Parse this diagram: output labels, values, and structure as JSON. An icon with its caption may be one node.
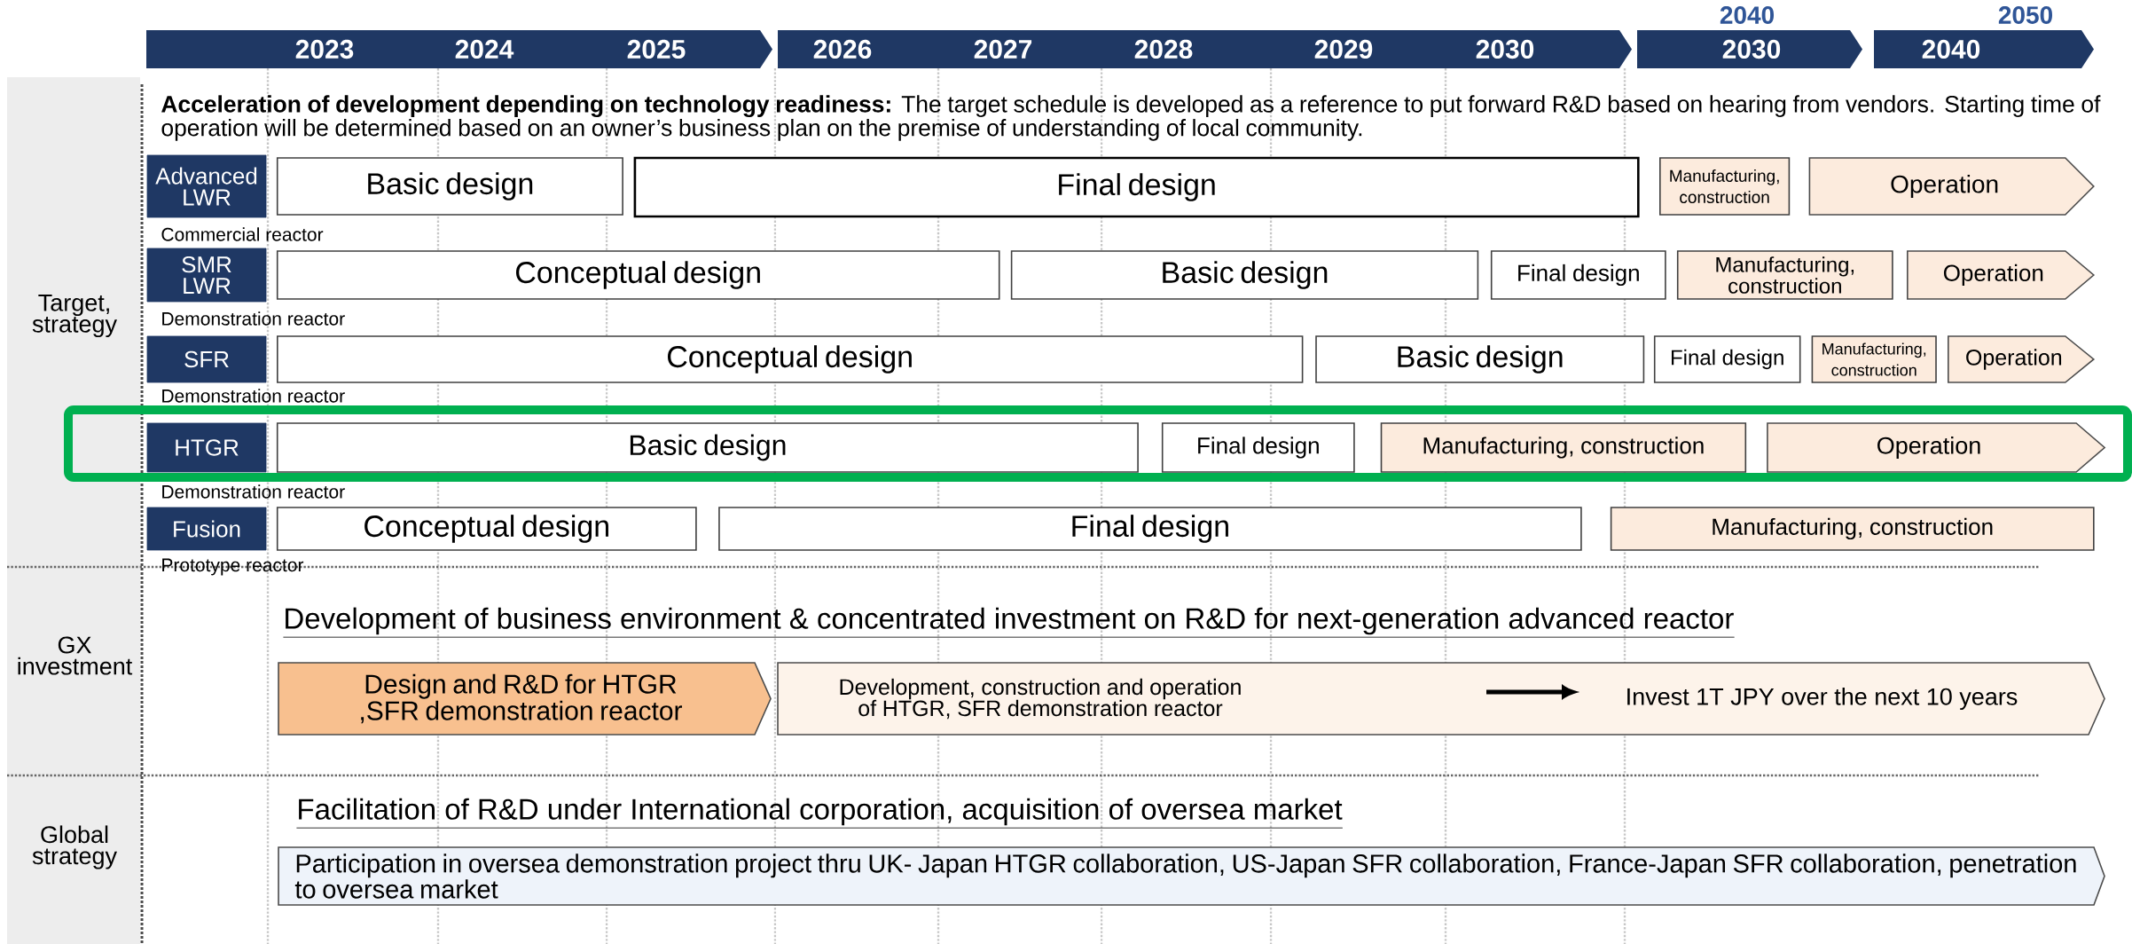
{
  "diagram": {
    "nodes": [
      {
        "text": [
          "2023",
          "2024",
          "2025"
        ]
      },
      {
        "text": [
          "2026",
          "2027",
          "2028",
          "2029",
          "2030"
        ]
      },
      {
        "text": [
          "2030"
        ],
        "beside": [
          "2040"
        ]
      },
      {
        "text": [
          "2040"
        ],
        "beside": [
          "2050"
        ]
      },
      {
        "text": [
          "Advanced LWR"
        ],
        "beside": [
          "Commercial reactor"
        ]
      },
      {
        "text": [
          "Basic design"
        ]
      },
      {
        "text": [
          "Final design"
        ]
      },
      {
        "text": [
          "Manufacturing, construction"
        ]
      },
      {
        "text": [
          "Operation"
        ]
      },
      {
        "text": [
          "SMR LWR"
        ],
        "beside": [
          "Demonstration reactor"
        ]
      },
      {
        "text": [
          "Conceptual design"
        ]
      },
      {
        "text": [
          "Basic design"
        ]
      },
      {
        "text": [
          "Final design"
        ]
      },
      {
        "text": [
          "Manufacturing, construction"
        ]
      },
      {
        "text": [
          "Operation"
        ]
      },
      {
        "text": [
          "SFR"
        ],
        "beside": [
          "Demonstration reactor"
        ]
      },
      {
        "text": [
          "Conceptual design"
        ]
      },
      {
        "text": [
          "Basic design"
        ]
      },
      {
        "text": [
          "Final design"
        ]
      },
      {
        "text": [
          "Manufacturing, construction"
        ]
      },
      {
        "text": [
          "Operation"
        ]
      },
      {
        "text": [
          "HTGR"
        ],
        "beside": [
          "Demonstration reactor"
        ]
      },
      {
        "text": [
          "Basic design"
        ]
      },
      {
        "text": [
          "Final design"
        ]
      },
      {
        "text": [
          "Manufacturing, construction"
        ]
      },
      {
        "text": [
          "Operation"
        ]
      },
      {
        "text": [
          "Fusion"
        ],
        "beside": [
          "Prototype reactor"
        ]
      },
      {
        "text": [
          "Conceptual design"
        ]
      },
      {
        "text": [
          "Final design"
        ]
      },
      {
        "text": [
          "Manufacturing, construction"
        ]
      },
      {
        "text": [
          "Design and R&D for HTGR ,SFR demonstration reactor"
        ]
      },
      {
        "text": [
          "Development, construction and operation of HTGR, SFR demonstration reactor",
          "Invest 1T JPY over the next 10 years"
        ]
      },
      {
        "text": [
          "Participation in oversea demonstration project thru UK- Japan HTGR collaboration, US-Japan SFR collaboration, France-Japan SFR collaboration, penetration to oversea market"
        ]
      }
    ],
    "labels": [
      "**Acceleration of development depending on technology readiness:** The target schedule is developed as a reference to put forward R&D based on hearing from vendors.  Starting time of operation will be determined based on an owner’s business plan on the premise of understanding of local community.",
      "Target, strategy",
      "Development of business environment & concentrated investment on R&D for next-generation advanced reactor",
      "GX investment",
      "Facilitation of R&D under International corporation, acquisition of oversea market",
      "Global strategy"
    ]
  }
}
